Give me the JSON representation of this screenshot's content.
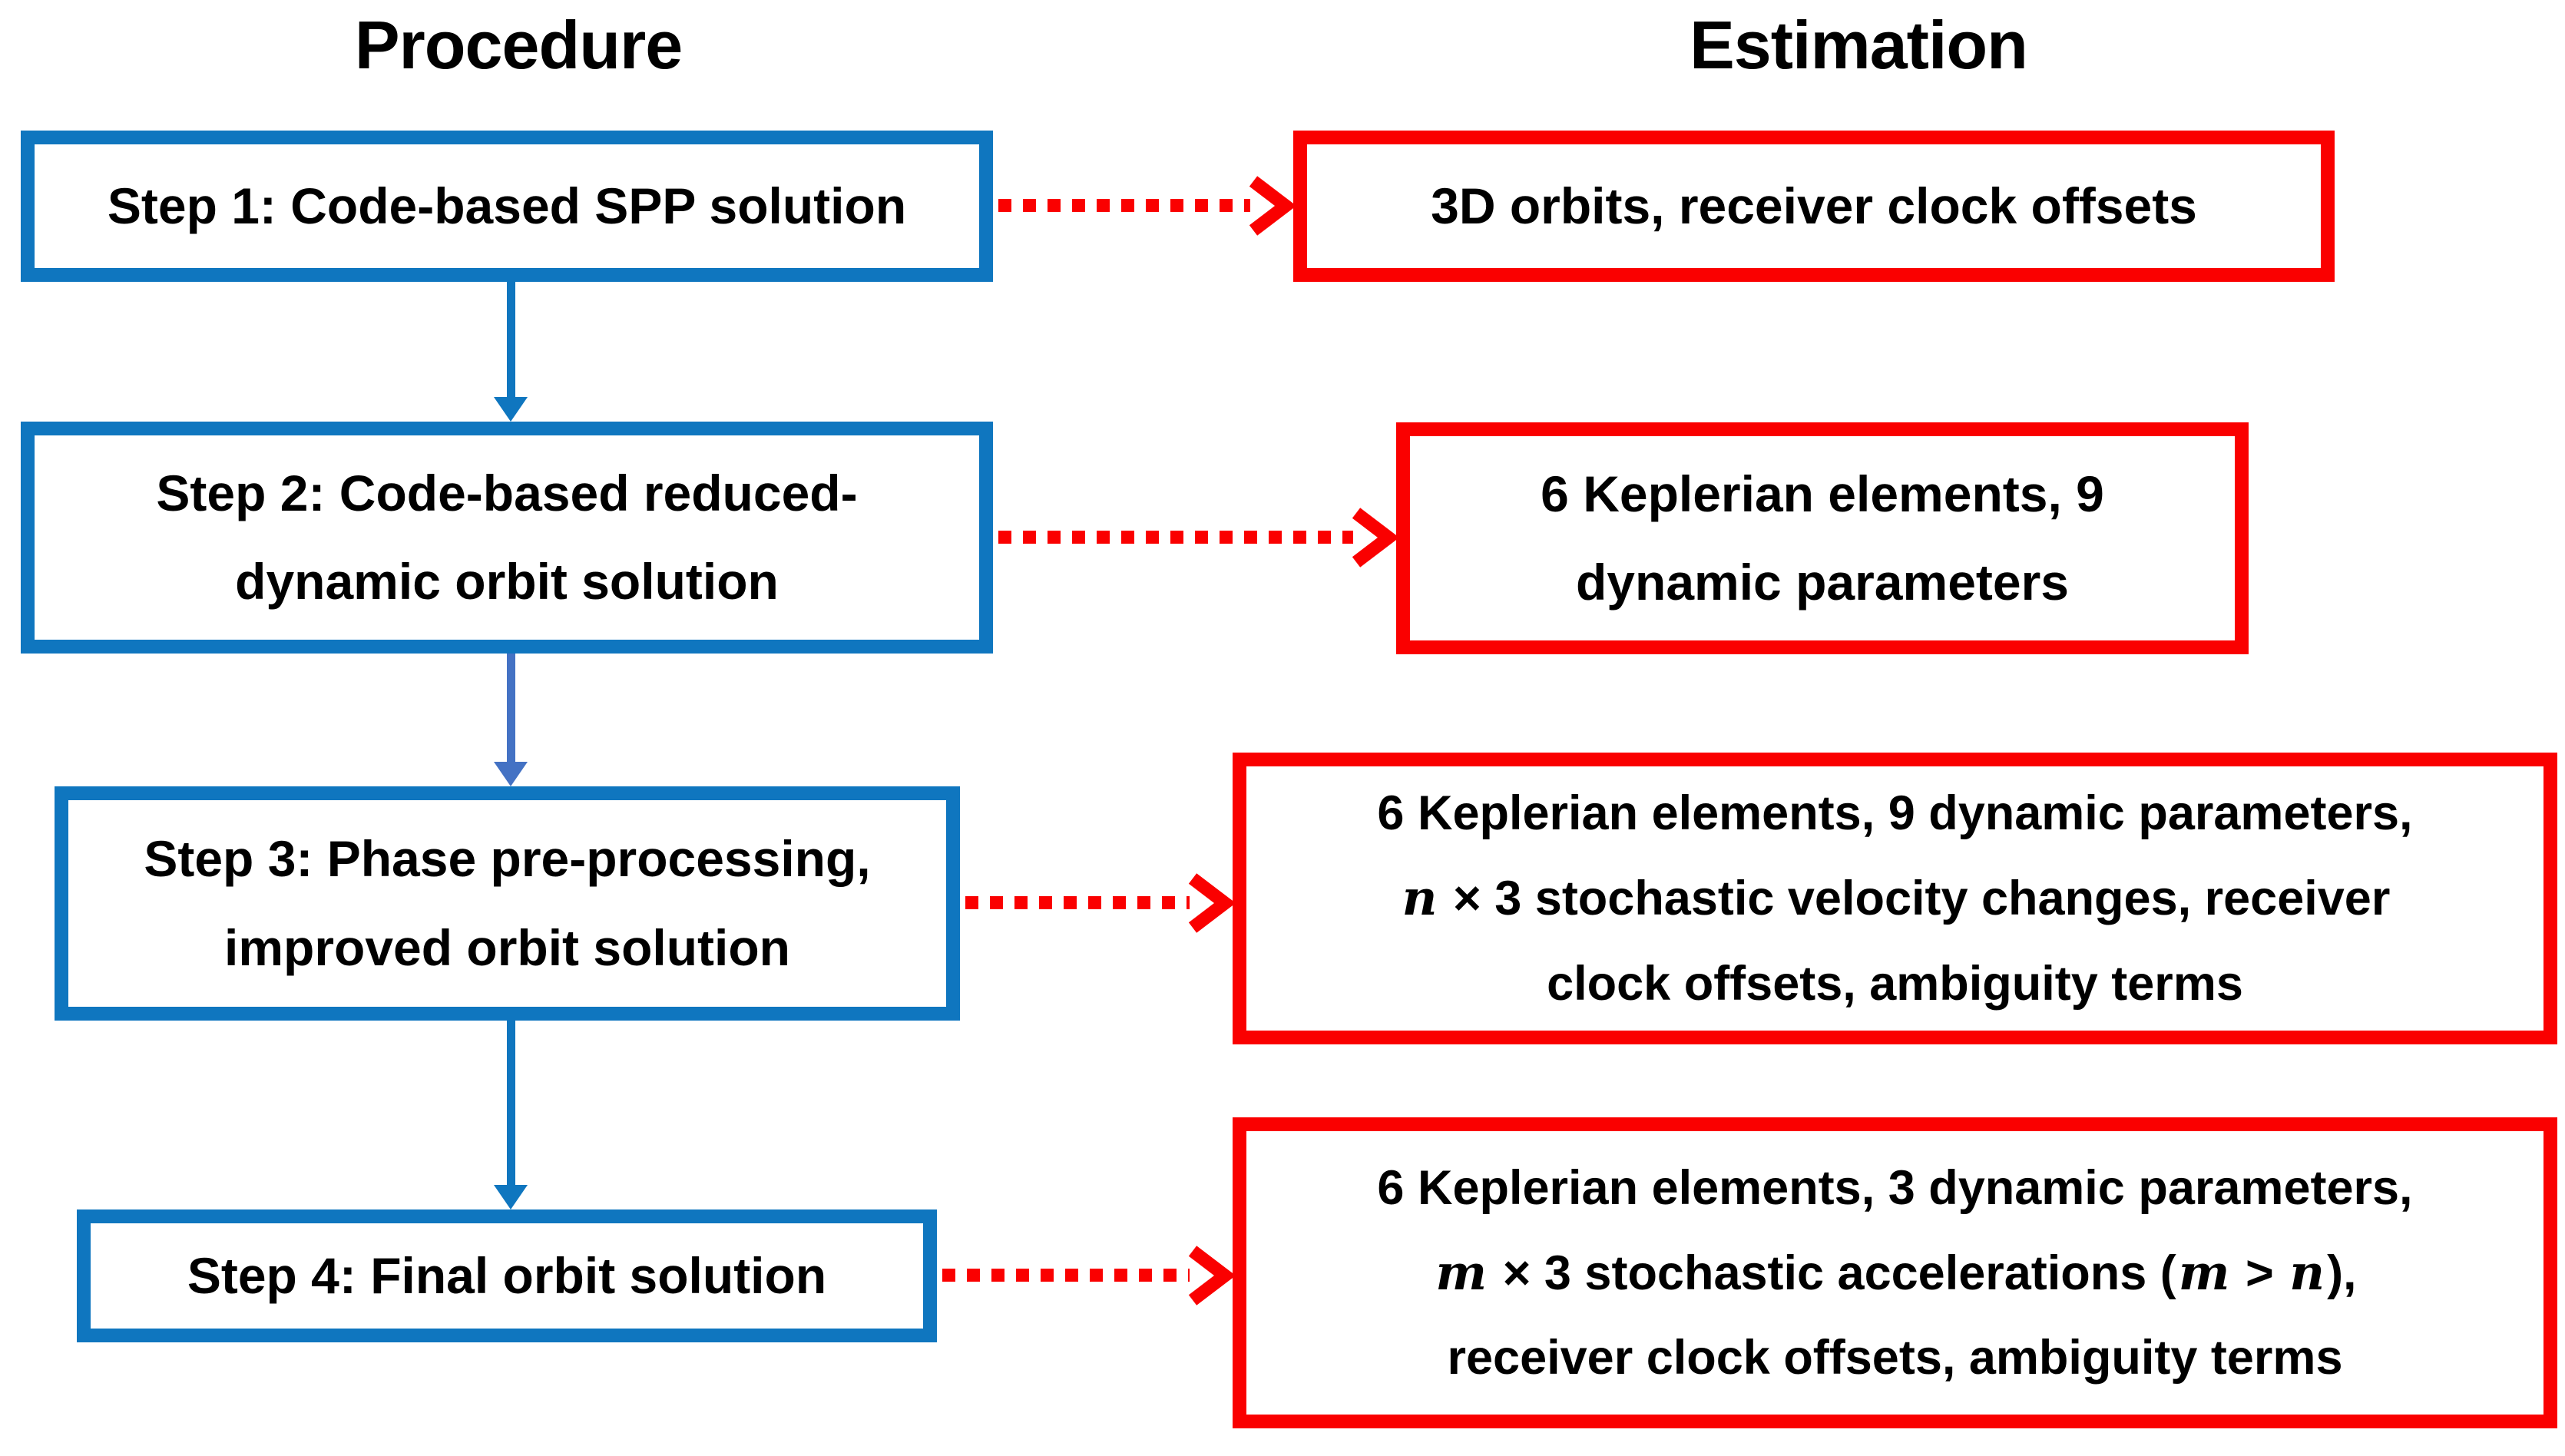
{
  "title": "Orbit determination procedure and estimated parameters flowchart",
  "colors": {
    "blue": "#0F76BF",
    "slate": "#4472C4",
    "red": "#FA0000",
    "text": "#000000"
  },
  "headers": {
    "procedure": "Procedure",
    "estimation": "Estimation"
  },
  "procedure_steps": [
    {
      "id": "step1",
      "lines": [
        [
          {
            "t": "Step 1: Code-based SPP solution"
          }
        ]
      ]
    },
    {
      "id": "step2",
      "lines": [
        [
          {
            "t": "Step 2: Code-based reduced-"
          }
        ],
        [
          {
            "t": "dynamic orbit solution"
          }
        ]
      ]
    },
    {
      "id": "step3",
      "lines": [
        [
          {
            "t": "Step 3: Phase pre-processing,"
          }
        ],
        [
          {
            "t": "improved orbit solution"
          }
        ]
      ]
    },
    {
      "id": "step4",
      "lines": [
        [
          {
            "t": "Step 4: Final orbit solution"
          }
        ]
      ]
    }
  ],
  "estimation_boxes": [
    {
      "id": "est1",
      "lines": [
        [
          {
            "t": "3D orbits, receiver clock offsets"
          }
        ]
      ]
    },
    {
      "id": "est2",
      "lines": [
        [
          {
            "t": "6 Keplerian elements, 9"
          }
        ],
        [
          {
            "t": "dynamic parameters"
          }
        ]
      ]
    },
    {
      "id": "est3",
      "lines": [
        [
          {
            "t": "6 Keplerian elements, 9 dynamic parameters,"
          }
        ],
        [
          {
            "t": "n",
            "i": true
          },
          {
            "t": " × 3 stochastic velocity changes, receiver"
          }
        ],
        [
          {
            "t": "clock offsets, ambiguity terms"
          }
        ]
      ]
    },
    {
      "id": "est4",
      "lines": [
        [
          {
            "t": "6 Keplerian elements, 3 dynamic parameters,"
          }
        ],
        [
          {
            "t": "m",
            "i": true
          },
          {
            "t": " × 3 stochastic accelerations ("
          },
          {
            "t": "m",
            "i": true
          },
          {
            "t": " > "
          },
          {
            "t": "n",
            "i": true
          },
          {
            "t": "),"
          }
        ],
        [
          {
            "t": "receiver clock offsets, ambiguity terms"
          }
        ]
      ]
    }
  ]
}
